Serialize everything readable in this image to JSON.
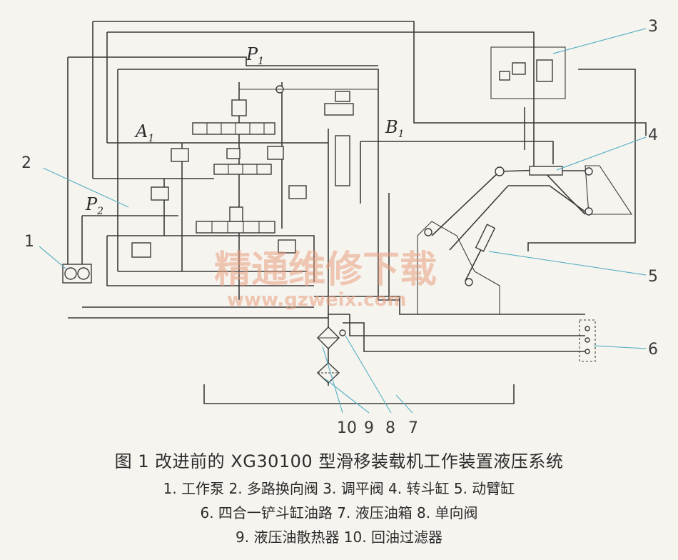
{
  "ports": {
    "p1": {
      "main": "P",
      "sub": "1"
    },
    "a1": {
      "main": "A",
      "sub": "1"
    },
    "b1": {
      "main": "B",
      "sub": "1"
    },
    "p2": {
      "main": "P",
      "sub": "2"
    }
  },
  "callouts": {
    "c1": "1",
    "c2": "2",
    "c3": "3",
    "c4": "4",
    "c5": "5",
    "c6": "6",
    "c7": "7",
    "c8": "8",
    "c9": "9",
    "c10": "10"
  },
  "watermark": {
    "text": "精通维修下载",
    "url": "www.gzweix.com"
  },
  "caption": {
    "title": "图 1  改进前的 XG30100 型滑移装载机工作装置液压系统",
    "line1": "1. 工作泵   2. 多路换向阀   3. 调平阀   4. 转斗缸   5. 动臂缸",
    "line2": "6. 四合一铲斗缸油路   7. 液压油箱   8. 单向阀",
    "line3": "9. 液压油散热器   10. 回油过滤器"
  },
  "colors": {
    "line": "#3a3a3a",
    "leader": "#5fb3c6",
    "watermark": "#e8a080",
    "background": "#f6f4ef"
  }
}
